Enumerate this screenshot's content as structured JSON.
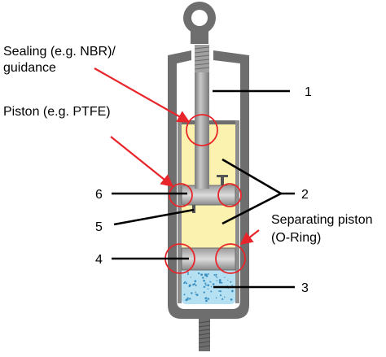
{
  "labels": {
    "sealing_line1": "Sealing (e.g. NBR)/",
    "sealing_line2": "guidance",
    "piston": "Piston (e.g. PTFE)",
    "separating_line1": "Separating piston",
    "separating_line2": "(O-Ring)"
  },
  "numbers": {
    "n1": "1",
    "n2": "2",
    "n3": "3",
    "n4": "4",
    "n5": "5",
    "n6": "6"
  },
  "colors": {
    "housing": "#6e6e6e",
    "inner_wall": "#8c8c8c",
    "oil": "#fbf2b0",
    "gas": "#b5e0f2",
    "rod": "#9c9c9c",
    "highlight_circle": "#e8252a",
    "arrow": "#e8252a",
    "leader_line": "#000000"
  }
}
